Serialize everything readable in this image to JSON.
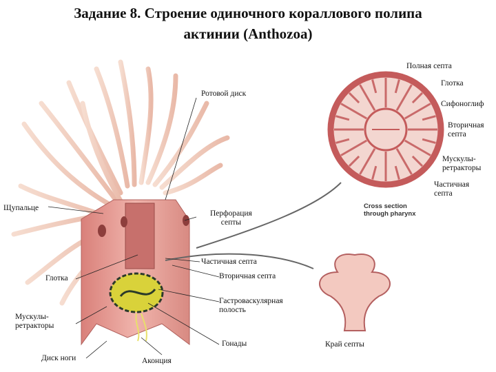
{
  "title": {
    "line1": "Задание 8. Строение одиночного кораллового полипа",
    "line2": "актинии (Anthozoa)"
  },
  "labels": {
    "oral_disc": "Ротовой диск",
    "tentacle": "Щупальце",
    "septum_perforation_1": "Перфорация",
    "septum_perforation_2": "септы",
    "partial_septum": "Частичная септа",
    "secondary_septum": "Вторичная септа",
    "pharynx": "Глотка",
    "gastrovascular_1": "Гастроваскулярная",
    "gastrovascular_2": "полость",
    "retractor_1": "Мускулы-",
    "retractor_2": "ретракторы",
    "gonads": "Гонады",
    "pedal_disc": "Диск ноги",
    "acontia": "Аконция",
    "septum_edge": "Край септы"
  },
  "cross_section": {
    "caption_1": "Cross section",
    "caption_2": "through pharynx",
    "complete_septum": "Полная септа",
    "pharynx": "Глотка",
    "siphonoglyph": "Сифоноглиф",
    "secondary_1": "Вторичная",
    "secondary_2": "септа",
    "retractor_1": "Мускулы-",
    "retractor_2": "ретракторы",
    "partial_1": "Частичная",
    "partial_2": "септа"
  },
  "colors": {
    "body_wall": "#e8a4a0",
    "body_wall_dark": "#c96a6a",
    "tentacle": "#f2cfc0",
    "gonad_yellow": "#d9d23a",
    "gonad_dark": "#2b3a2a",
    "leader_line": "#222222"
  }
}
